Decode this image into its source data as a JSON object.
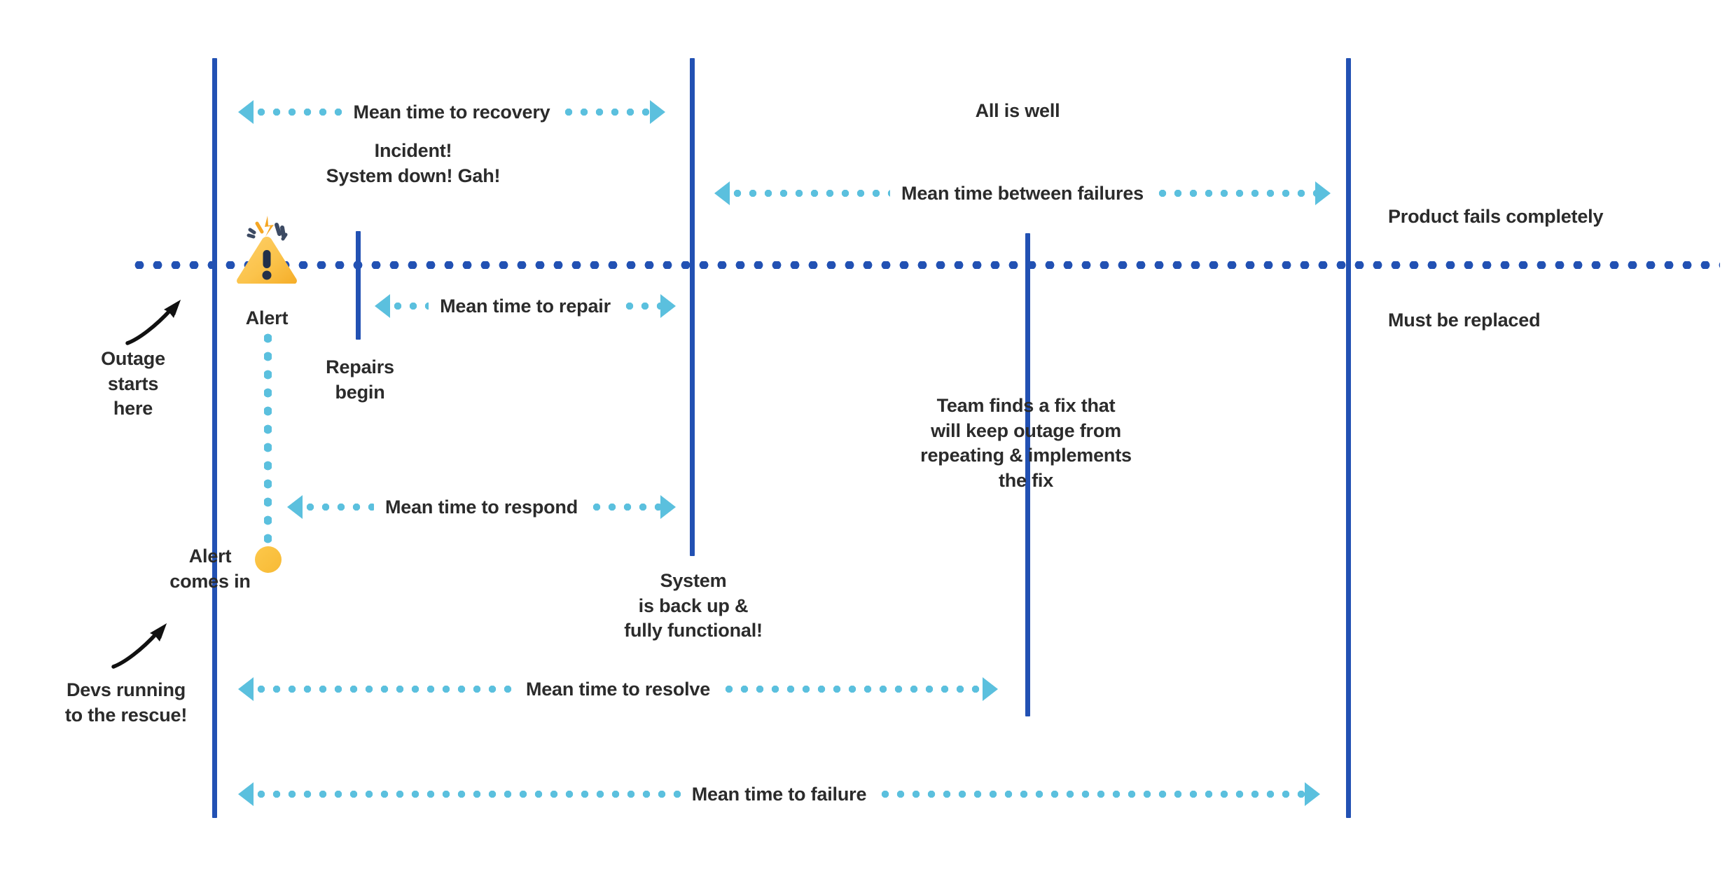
{
  "diagram": {
    "title": "Incident response timeline metrics",
    "colors": {
      "event_line": "#2251b3",
      "timeline_dots": "#2251b3",
      "measure_arrow": "#5bc0de",
      "alert_yellow": "#f7ba35",
      "alert_mark": "#22304a",
      "text": "#2b2b2b",
      "background": "#ffffff"
    },
    "measures": [
      {
        "id": "mttrecovery",
        "label": "Mean time to recovery"
      },
      {
        "id": "mtbf",
        "label": "Mean time between failures"
      },
      {
        "id": "mttrepair",
        "label": "Mean time to repair"
      },
      {
        "id": "mttrespond",
        "label": "Mean time to respond"
      },
      {
        "id": "mttresolve",
        "label": "Mean time to resolve"
      },
      {
        "id": "mttfailure",
        "label": "Mean time to failure"
      }
    ],
    "notes": {
      "outage_starts": "Outage\nstarts\nhere",
      "incident": "Incident!\nSystem down! Gah!",
      "alert": "Alert",
      "repairs_begin": "Repairs\nbegin",
      "alert_comes_in": "Alert\ncomes in",
      "system_back_up": "System\nis back up &\nfully functional!",
      "all_is_well": "All is well",
      "team_finds_fix": "Team finds a fix that\nwill keep outage from\nrepeating & implements\nthe fix",
      "product_fails": "Product fails completely",
      "must_be_replaced": "Must be replaced",
      "devs_running": "Devs running\nto the rescue!"
    },
    "icons": {
      "alert_triangle": "warning-triangle-icon",
      "alert_dot": "alert-dot-icon",
      "curve_arrow_outage": "curved-arrow-icon",
      "curve_arrow_devs": "curved-arrow-icon"
    }
  }
}
